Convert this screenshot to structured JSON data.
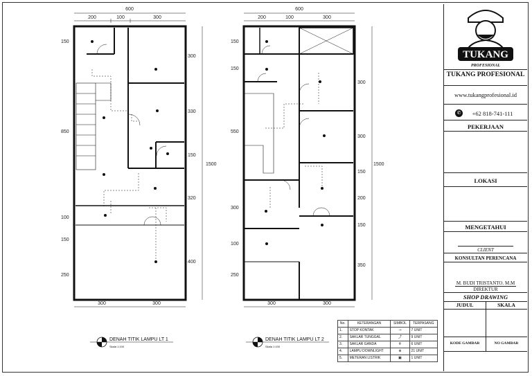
{
  "plan1": {
    "title": "DENAH TITIK LAMPU LT 1",
    "scale": "Skala 1:100",
    "top_total": "600",
    "top_parts": [
      "200",
      "100",
      "300"
    ],
    "left_dims": [
      "150",
      "850",
      "100",
      "150",
      "250"
    ],
    "right_dims": [
      "300",
      "330",
      "150",
      "320",
      "400"
    ],
    "total_height": "1500",
    "bottom_parts": [
      "300",
      "300"
    ]
  },
  "plan2": {
    "title": "DENAH TITIK LAMPU LT 2",
    "scale": "Skala 1:100",
    "top_total": "600",
    "top_parts": [
      "200",
      "100",
      "300"
    ],
    "left_dims": [
      "150",
      "150",
      "550",
      "300",
      "100",
      "250"
    ],
    "right_dims": [
      "300",
      "300",
      "150",
      "200",
      "150",
      "350"
    ],
    "total_height": "1500",
    "bottom_parts": [
      "300",
      "300"
    ]
  },
  "legend": {
    "headers": [
      "No.",
      "KETERANGAN",
      "SIMBOL",
      "TERPASANG"
    ],
    "rows": [
      {
        "no": "1.",
        "item": "STOP KONTAK",
        "count": "7 UNIT"
      },
      {
        "no": "2.",
        "item": "SAKLAR TUNGGAL",
        "count": "9 UNIT"
      },
      {
        "no": "3.",
        "item": "SAKLAR GANDA",
        "count": "6 UNIT"
      },
      {
        "no": "4.",
        "item": "LAMPU DOWNLIGHT",
        "count": "21 UNIT"
      },
      {
        "no": "5.",
        "item": "METERAN LISTRIK",
        "count": "1 UNIT"
      }
    ]
  },
  "title_block": {
    "logo_text": "TUKANG",
    "logo_sub": "PROFESIONAL",
    "company": "TUKANG PROFESIONAL",
    "website": "www.tukangprofesional.id",
    "phone": "+62 818-741-111",
    "pekerjaan": "PEKERJAAN",
    "lokasi": "LOKASI",
    "mengetahui": "MENGETAHUI",
    "client": "CLIENT",
    "konsultan": "KONSULTAN PERENCANA",
    "director_name": "M. BUDI TRISTANTO. M.M",
    "director_title": "DIREKTUR",
    "shop_drawing": "SHOP DRAWING",
    "judul": "JUDUL",
    "skala": "SKALA",
    "kode_gambar": "KODE GAMBAR",
    "no_gambar": "NO GAMBAR"
  }
}
